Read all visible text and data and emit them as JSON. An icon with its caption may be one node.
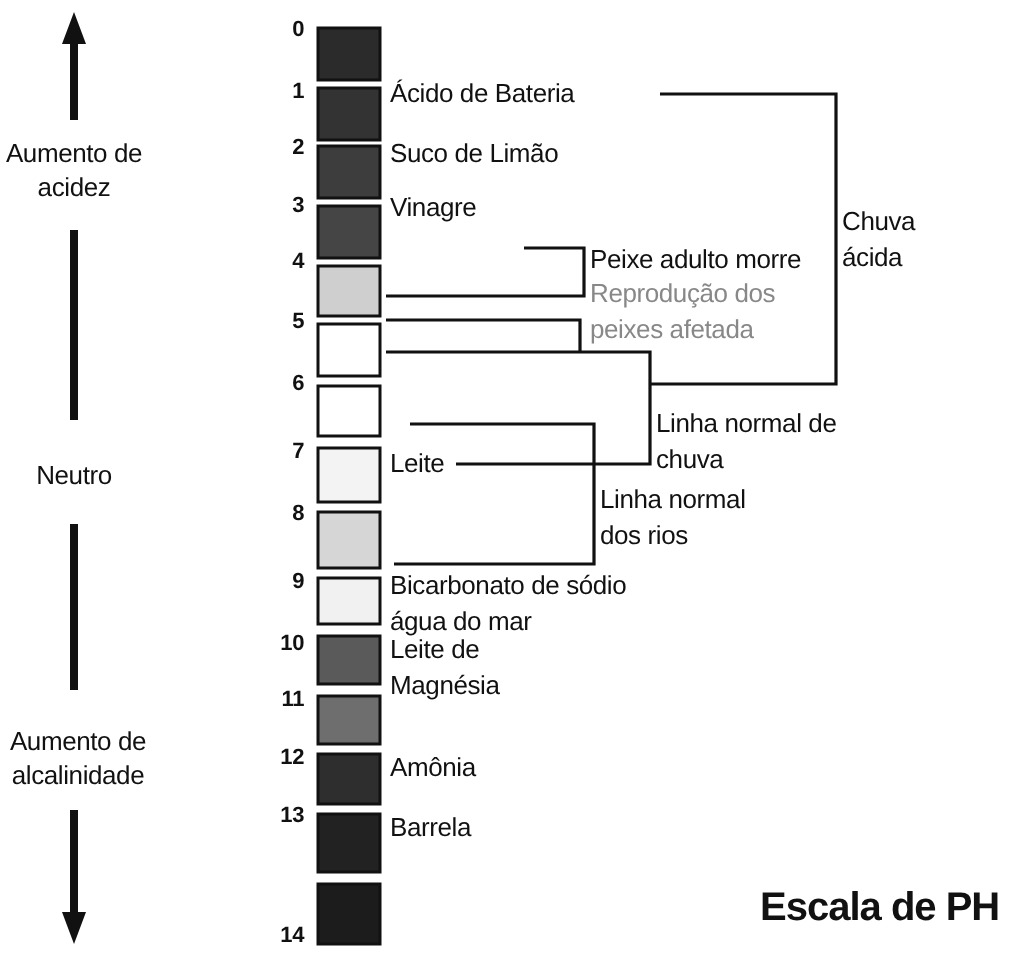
{
  "diagram": {
    "title": "Escala de PH",
    "labels": [
      "0",
      "1",
      "Ácido de Bateria",
      "2",
      "Suco de Limão",
      "Aumento de acidez",
      "Chuva ácida",
      "3",
      "Vinagre",
      "Peixe adulto morre",
      "4",
      "Reprodução dos peixes afetada",
      "5",
      "Linha normal de chuva",
      "6",
      "Neutro",
      "Leite",
      "7",
      "Linha normal dos rios",
      "8",
      "Bicarbonato de sódio",
      "água do mar",
      "9",
      "10",
      "Leite de Magnésia",
      "Aumento de alcalinidade",
      "11",
      "12",
      "Amônia",
      "13",
      "Barrela",
      "14"
    ]
  }
}
